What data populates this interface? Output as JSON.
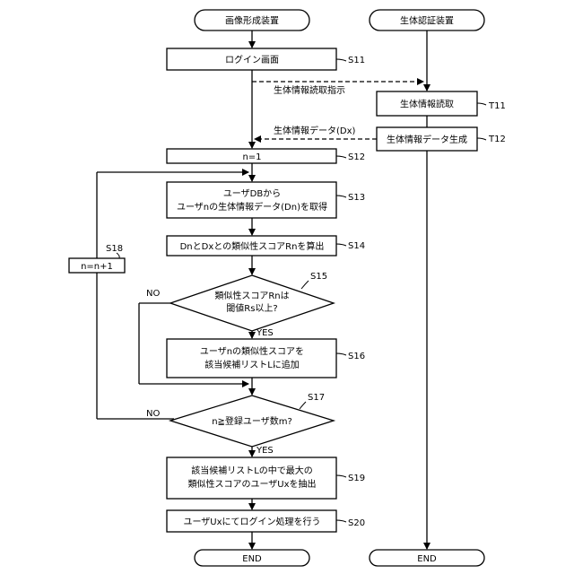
{
  "columns": {
    "left_title": "画像形成装置",
    "right_title": "生体認証装置"
  },
  "steps": {
    "s11": {
      "label": "ログイン画面",
      "id": "S11"
    },
    "instruct": {
      "label": "生体情報読取指示"
    },
    "t11": {
      "label": "生体情報読取",
      "id": "T11"
    },
    "data_msg": {
      "label": "生体情報データ(Dx)"
    },
    "t12": {
      "label": "生体情報データ生成",
      "id": "T12"
    },
    "s12": {
      "label": "n=1",
      "id": "S12"
    },
    "s13": {
      "line1": "ユーザDBから",
      "line2": "ユーザnの生体情報データ(Dn)を取得",
      "id": "S13"
    },
    "s14": {
      "label": "DnとDxとの類似性スコアRnを算出",
      "id": "S14"
    },
    "s18": {
      "label": "n=n+1",
      "id": "S18"
    },
    "s15": {
      "line1": "類似性スコアRnは",
      "line2": "閾値Rs以上?",
      "id": "S15",
      "no": "NO",
      "yes": "YES"
    },
    "s16": {
      "line1": "ユーザnの類似性スコアを",
      "line2": "該当候補リストLに追加",
      "id": "S16"
    },
    "s17": {
      "label": "n≧登録ユーザ数m?",
      "id": "S17",
      "no": "NO",
      "yes": "YES"
    },
    "s19": {
      "line1": "該当候補リストLの中で最大の",
      "line2": "類似性スコアのユーザUxを抽出",
      "id": "S19"
    },
    "s20": {
      "label": "ユーザUxにてログイン処理を行う",
      "id": "S20"
    },
    "end_left": {
      "label": "END"
    },
    "end_right": {
      "label": "END"
    }
  }
}
